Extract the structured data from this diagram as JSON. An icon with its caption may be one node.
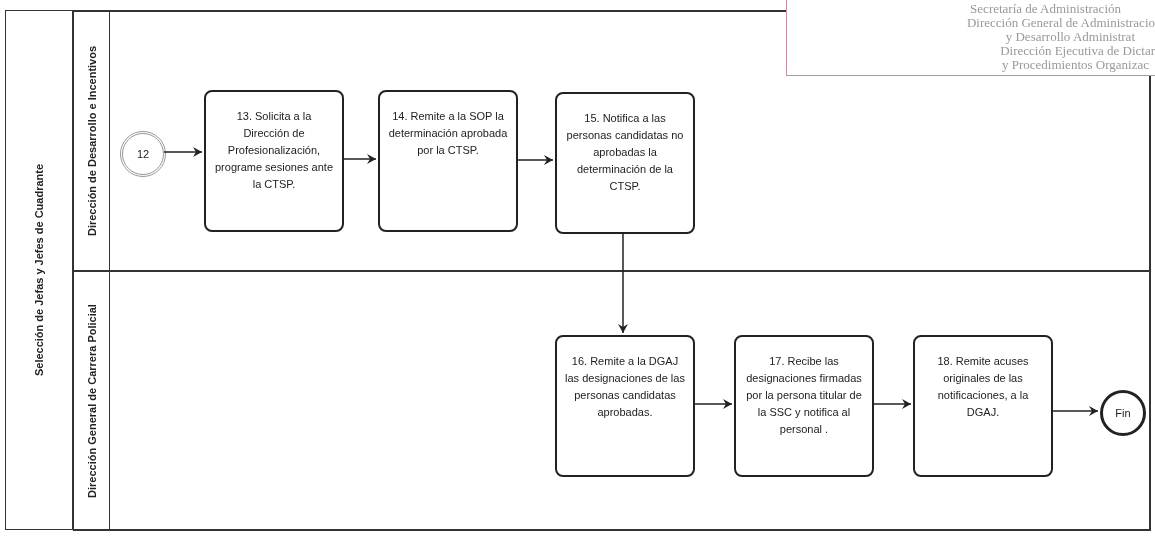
{
  "diagram": {
    "nodes": [
      {
        "text": [
          "Selección de Jefas y Jefes de Cuadrante"
        ]
      },
      {
        "text": [
          "Dirección de Desarrollo e Incentivos"
        ],
        "in": 0
      },
      {
        "text": [
          "Dirección General de Carrera Policial"
        ],
        "in": 0
      },
      {
        "text": [
          "12"
        ],
        "in": 1
      },
      {
        "text": [
          "13. Solicita a la Dirección de Profesionalización, programe sesiones ante la CTSP."
        ],
        "in": 1
      },
      {
        "text": [
          "14. Remite a la SOP la determinación aprobada por la CTSP."
        ],
        "in": 1
      },
      {
        "text": [
          "15. Notifica a las personas candidatas no aprobadas la determinación de la CTSP."
        ],
        "in": 1
      },
      {
        "text": [
          "16. Remite a la DGAJ las designaciones de las personas candidatas aprobadas."
        ],
        "in": 2
      },
      {
        "text": [
          "17. Recibe las designaciones firmadas por la persona titular de la SSC y notifica al personal ."
        ],
        "in": 2
      },
      {
        "text": [
          "18. Remite acuses originales de las notificaciones, a la DGAJ."
        ],
        "in": 2
      },
      {
        "text": [
          "Fin"
        ],
        "in": 2
      }
    ],
    "edges": [
      {
        "from": 3,
        "to": 4,
        "arrow": "to"
      },
      {
        "from": 4,
        "to": 5,
        "arrow": "to"
      },
      {
        "from": 5,
        "to": 6,
        "arrow": "to"
      },
      {
        "from": 6,
        "to": 7,
        "arrow": "to"
      },
      {
        "from": 7,
        "to": 8,
        "arrow": "to"
      },
      {
        "from": 8,
        "to": 9,
        "arrow": "to"
      },
      {
        "from": 9,
        "to": 10,
        "arrow": "to"
      }
    ],
    "labels": [
      "Secretaría de Administración",
      "Dirección General de Administracio",
      "y Desarrollo Administrat",
      "Dirección Ejecutiva de Dictar",
      "y Procedimientos Organizac"
    ]
  }
}
